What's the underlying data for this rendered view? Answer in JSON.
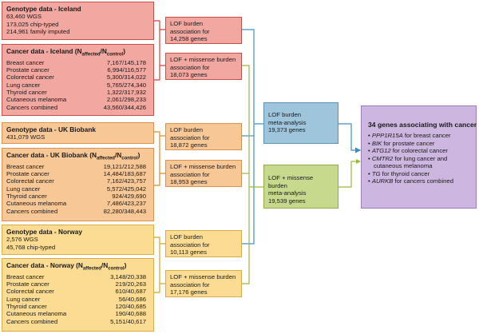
{
  "iceland_geno": {
    "title": "Genotype data - Iceland",
    "lines": [
      "63,460 WGS",
      "173,025 chip-typed",
      "214,961 family imputed"
    ]
  },
  "iceland_cancer": {
    "title": "Cancer data - Iceland (N",
    "sub1": "affected",
    "mid": "/N",
    "sub2": "control",
    "close": ")",
    "rows": [
      {
        "name": "Breast cancer",
        "value": "7,167/145,178"
      },
      {
        "name": "Prostate cancer",
        "value": "6,994/116,577"
      },
      {
        "name": "Colorectal cancer",
        "value": "5,300/314,022"
      },
      {
        "name": "Lung cancer",
        "value": "5,765/274,340"
      },
      {
        "name": "Thyroid cancer",
        "value": "1,322/317,932"
      },
      {
        "name": "Cutaneous melanoma",
        "value": "2,061/298,233"
      },
      {
        "name": "Cancers combined",
        "value": "43,560/344,426"
      }
    ]
  },
  "ukb_geno": {
    "title": "Genotype data - UK Biobank",
    "lines": [
      "431,079 WGS"
    ]
  },
  "ukb_cancer": {
    "title": "Cancer data - UK Biobank (N",
    "sub1": "affected",
    "mid": "/N",
    "sub2": "control",
    "close": ")",
    "rows": [
      {
        "name": "Breast cancer",
        "value": "19,121/212,588"
      },
      {
        "name": "Prostate cancer",
        "value": "14,484/183,687"
      },
      {
        "name": "Colorectal cancer",
        "value": "7,162/423,757"
      },
      {
        "name": "Lung cancer",
        "value": "5,572/425,042"
      },
      {
        "name": "Thyroid cancer",
        "value": "924/429,690"
      },
      {
        "name": "Cutaneous melanoma",
        "value": "7,486/423,237"
      },
      {
        "name": "Cancers combined",
        "value": "82,280/348,443"
      }
    ]
  },
  "nor_geno": {
    "title": "Genotype data - Norway",
    "lines": [
      "2,576 WGS",
      "45,768 chip-typed"
    ]
  },
  "nor_cancer": {
    "title": "Cancer data - Norway (N",
    "sub1": "affected",
    "mid": "/N",
    "sub2": "control",
    "close": ")",
    "rows": [
      {
        "name": "Breast cancer",
        "value": "3,148/20,338"
      },
      {
        "name": "Prostate cancer",
        "value": "219/20,263"
      },
      {
        "name": "Colorectal cancer",
        "value": "610/40,687"
      },
      {
        "name": "Lung cancer",
        "value": "56/40,686"
      },
      {
        "name": "Thyroid cancer",
        "value": "120/40,685"
      },
      {
        "name": "Cutaneous melanoma",
        "value": "190/40,688"
      },
      {
        "name": "Cancers combined",
        "value": "5,151/40,617"
      }
    ]
  },
  "assoc": {
    "ice_lof": [
      "LOF burden",
      "association for",
      "14,258 genes"
    ],
    "ice_mis": [
      "LOF + missense burden",
      "association for",
      "18,073 genes"
    ],
    "ukb_lof": [
      "LOF burden",
      "association for",
      "18,872 genes"
    ],
    "ukb_mis": [
      "LOF + missense burden",
      "association for",
      "18,953 genes"
    ],
    "nor_lof": [
      "LOF burden",
      "association for",
      "10,113 genes"
    ],
    "nor_mis": [
      "LOF + missense burden",
      "association for",
      "17,176 genes"
    ]
  },
  "meta": {
    "lof": [
      "LOF burden",
      "meta-analysis",
      "19,373 genes"
    ],
    "mis": [
      "LOF + missense burden",
      "meta-analysis",
      "19,539 genes"
    ]
  },
  "result": {
    "title": "34 genes associating with cancer",
    "items": [
      {
        "gene": "PPP1R15A",
        "text": " for breast cancer"
      },
      {
        "gene": "BIK",
        "text": " for prostate cancer"
      },
      {
        "gene": "ATG12",
        "text": " for colorectal cancer"
      },
      {
        "gene": "CMTR2",
        "text": " for lung cancer and"
      },
      {
        "gene": "",
        "text": "cutaneous melanoma"
      },
      {
        "gene": "TG",
        "text": " for thyroid cancer"
      },
      {
        "gene": "AURKB",
        "text": " for cancers combined"
      }
    ],
    "bullet": "•"
  },
  "colors": {
    "red_line": "#d9584f",
    "orange_line": "#e7973f",
    "yellow_line": "#d9b13a",
    "blue_line": "#3d8fc9",
    "green_line": "#9ab83c"
  }
}
